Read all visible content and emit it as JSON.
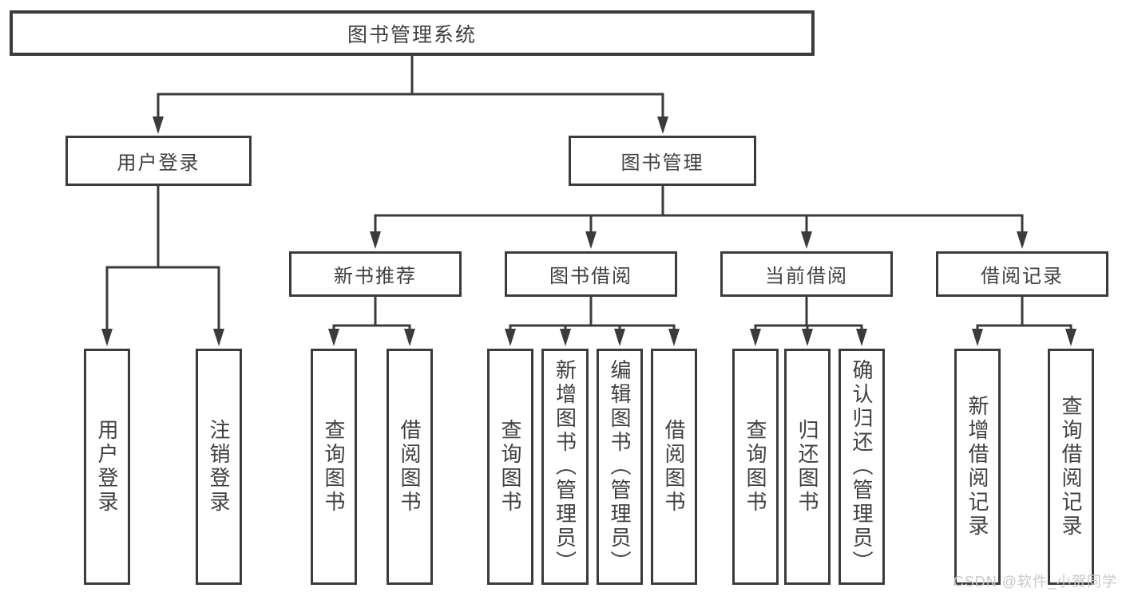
{
  "diagram": {
    "root": "图书管理系统",
    "branches": [
      "用户登录",
      "图书管理"
    ],
    "modules": [
      "新书推荐",
      "图书借阅",
      "当前借阅",
      "借阅记录"
    ],
    "leaves": [
      "用户登录",
      "注销登录",
      "查询图书",
      "借阅图书",
      "查询图书",
      "新增图书（管理员）",
      "编辑图书（管理员）",
      "借阅图书",
      "查询图书",
      "归还图书",
      "确认归还（管理员）",
      "新增借阅记录",
      "查询借阅记录"
    ]
  },
  "watermark": {
    "text": "CSDN @软件_小贺同学"
  },
  "colors": {
    "line": "#3b3b3b",
    "text": "#404040",
    "watermark": "#c8c8c8",
    "background": "#ffffff"
  }
}
